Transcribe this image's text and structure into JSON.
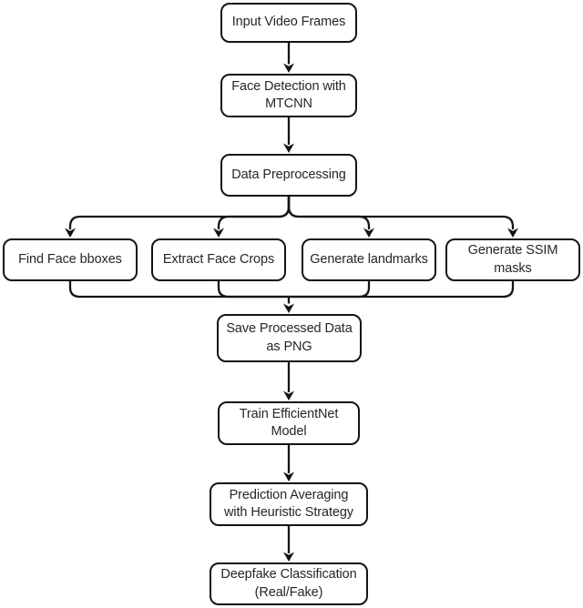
{
  "diagram": {
    "title": "Deepfake Classification Pipeline Flowchart",
    "colors": {
      "background": "#ffffff",
      "box_fill": "#ffffff",
      "stroke": "#141414",
      "text": "#262626"
    },
    "nodes": [
      {
        "id": "input-video-frames",
        "label": "Input Video Frames"
      },
      {
        "id": "face-detection-mtcnn",
        "label": "Face Detection with\nMTCNN"
      },
      {
        "id": "data-preprocessing",
        "label": "Data Preprocessing"
      },
      {
        "id": "find-face-bboxes",
        "label": "Find Face bboxes"
      },
      {
        "id": "extract-face-crops",
        "label": "Extract Face Crops"
      },
      {
        "id": "generate-landmarks",
        "label": "Generate landmarks"
      },
      {
        "id": "generate-ssim-masks",
        "label": "Generate SSIM\nmasks"
      },
      {
        "id": "save-processed-data",
        "label": "Save Processed Data\nas PNG"
      },
      {
        "id": "train-efficientnet",
        "label": "Train EfficientNet\nModel"
      },
      {
        "id": "prediction-averaging",
        "label": "Prediction Averaging\nwith Heuristic Strategy"
      },
      {
        "id": "deepfake-classification",
        "label": "Deepfake Classification\n(Real/Fake)"
      }
    ],
    "edges": [
      {
        "from": "Input Video Frames",
        "to": "Face Detection with MTCNN"
      },
      {
        "from": "Face Detection with MTCNN",
        "to": "Data Preprocessing"
      },
      {
        "from": "Data Preprocessing",
        "to": "Find Face bboxes"
      },
      {
        "from": "Data Preprocessing",
        "to": "Extract Face Crops"
      },
      {
        "from": "Data Preprocessing",
        "to": "Generate landmarks"
      },
      {
        "from": "Data Preprocessing",
        "to": "Generate SSIM masks"
      },
      {
        "from": "Find Face bboxes",
        "to": "Save Processed Data as PNG"
      },
      {
        "from": "Extract Face Crops",
        "to": "Save Processed Data as PNG"
      },
      {
        "from": "Generate landmarks",
        "to": "Save Processed Data as PNG"
      },
      {
        "from": "Generate SSIM masks",
        "to": "Save Processed Data as PNG"
      },
      {
        "from": "Save Processed Data as PNG",
        "to": "Train EfficientNet Model"
      },
      {
        "from": "Train EfficientNet Model",
        "to": "Prediction Averaging with Heuristic Strategy"
      },
      {
        "from": "Prediction Averaging with Heuristic Strategy",
        "to": "Deepfake Classification (Real/Fake)"
      }
    ]
  }
}
